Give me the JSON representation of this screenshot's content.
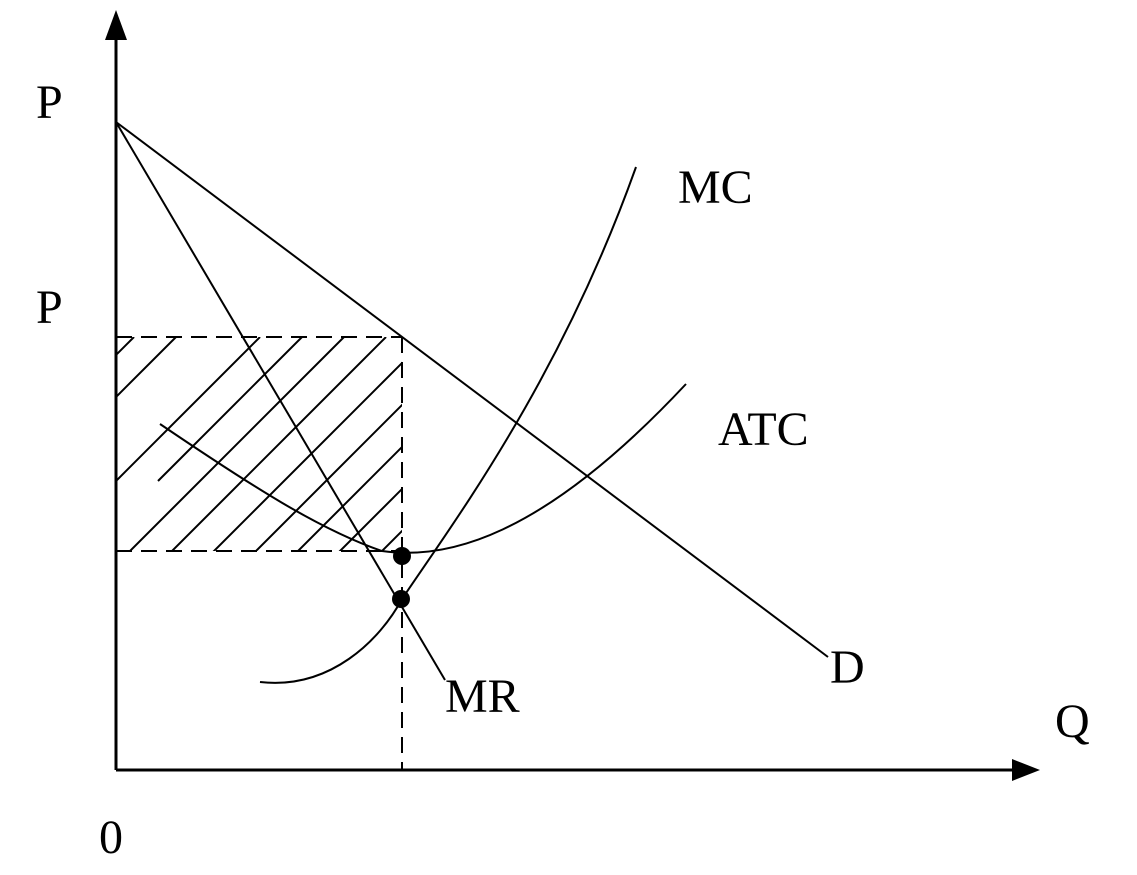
{
  "diagram": {
    "axis_labels": {
      "y_top": "P",
      "y_price": "P",
      "x": "Q",
      "origin": "0"
    },
    "curve_labels": {
      "mc": "MC",
      "atc": "ATC",
      "demand": "D",
      "mr": "MR"
    }
  }
}
